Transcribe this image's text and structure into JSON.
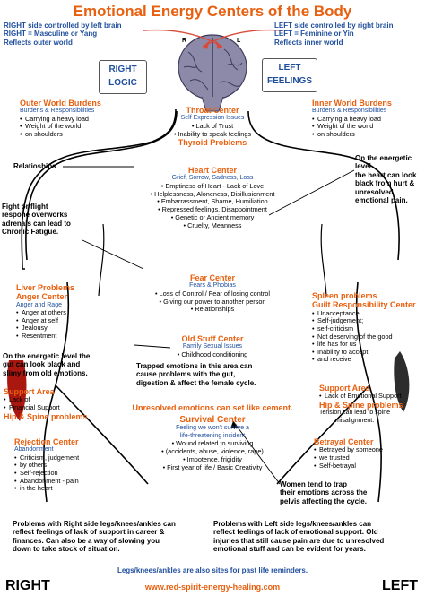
{
  "title": "Emotional Energy Centers of the Body",
  "header": {
    "right_lines": [
      "RIGHT side controlled by left brain",
      "RIGHT = Masculine or Yang",
      "Reflects outer world"
    ],
    "left_lines": [
      "LEFT side controlled by right brain",
      "LEFT = Feminine or Yin",
      "Reflects inner world"
    ],
    "brain_r": "R",
    "brain_l": "L",
    "right_logic": [
      "RIGHT",
      "LOGIC"
    ],
    "left_feelings": [
      "LEFT",
      "FEELINGS"
    ]
  },
  "outer_world": {
    "title": "Outer World Burdens",
    "subtitle": "Burdens & Responsibilities",
    "items": [
      "Carrying a heavy load",
      "Weight of the world",
      "on shoulders"
    ]
  },
  "inner_world": {
    "title": "Inner World Burdens",
    "subtitle": "Burdens & Responsibilities",
    "items": [
      "Carrying a heavy load",
      "Weight of the world",
      "on shoulders"
    ]
  },
  "throat": {
    "title": "Throat Center",
    "subtitle": "Self Expression Issues",
    "items": [
      "Lack of Trust",
      "Inability to speak feelings"
    ],
    "problems": "Thyroid Problems"
  },
  "relationships": "Relatioships",
  "heart_note": [
    "On the energetic level",
    "the heart can look",
    "black from  hurt &",
    "unresolved",
    "emotional pain."
  ],
  "heart": {
    "title": "Heart Center",
    "subtitle": "Grief, Sorrow, Sadness, Loss",
    "items": [
      "Emptiness of Heart - Lack of Love",
      "Helplessness, Aloneness, Disillusionment",
      "Embarrassment, Shame, Humiliation",
      "Repressed feelings, Disappointment",
      "Genetic or Ancient memory",
      "Cruelty, Meanness"
    ]
  },
  "fight": [
    "Fight or flight",
    "respone overworks",
    "adrenals can lead to",
    "Chronic Fatigue."
  ],
  "fear": {
    "title": "Fear Center",
    "subtitle": "Fears & Phobias",
    "items": [
      "Loss of Control / Fear of losing control",
      "Giving our power to another person",
      "Relationships"
    ]
  },
  "liver": {
    "title1": "Liver Problems",
    "title2": "Anger Center",
    "subtitle": "Anger and Rage",
    "items": [
      "Anger at others",
      "Anger at self",
      "Jealousy",
      "Resentment"
    ]
  },
  "spleen": {
    "title1": "Spleen problems",
    "title2": "Guilt Responsibility Center",
    "items": [
      "Unacceptance",
      "Self-judgement;",
      "self-criticism",
      "Not deserving of the good",
      "life has for us",
      "Inability to accept",
      "and receive"
    ]
  },
  "old_stuff": {
    "title": "Old Stuff Center",
    "subtitle": "Family Sexual Issues",
    "items": [
      "Childhood conditioning"
    ]
  },
  "gut_note": [
    "On the energetic level the",
    "gut can look black and",
    "slimy from old emotions."
  ],
  "trapped": [
    "Trapped emotions in this area can",
    "cause problems with the gut,",
    "digestion & affect the female cycle."
  ],
  "support_right": {
    "title": "Support Area",
    "items": [
      "Lack of",
      "Financial Support"
    ],
    "problems": "Hip & Spine problems"
  },
  "support_left": {
    "title": "Support Area",
    "items": [
      "Lack of Emotional Support"
    ],
    "problems": "Hip & Spine problems",
    "note": [
      "Tension can lead to spine",
      "misalignment."
    ]
  },
  "unresolved": "Unresolved emotions can set like cement.",
  "survival": {
    "title": "Survival Center",
    "subtitle": [
      "Feeling we won't survive a",
      "life-threatening incident"
    ],
    "items": [
      "Wound related to surviving",
      "(accidents, abuse, violence, rape)",
      "Impotence, frigidity",
      "First year of life / Basic Creativity"
    ]
  },
  "rejection": {
    "title": "Rejection Center",
    "subtitle": "Abandonment",
    "items": [
      "Criticism, judgement",
      "by others",
      "Self-rejection",
      "Abandonment - pain",
      "in the heart"
    ]
  },
  "betrayal": {
    "title": "Betrayal Center",
    "items": [
      "Betrayed by someone",
      "we trusted",
      "Self-betrayal"
    ]
  },
  "women_note": [
    "Women tend to trap",
    "their emotions across the",
    "pelvis affecting the cycle."
  ],
  "right_legs": [
    "Problems with Right side legs/knees/ankles can",
    "reflect feelings of lack of support in career &",
    "finances. Can also be a way of slowing you",
    "down to take stock of situation."
  ],
  "left_legs": [
    "Problems with Left side legs/knees/ankles can",
    "reflect feelings of lack of emotional support. Old",
    "injuries that still cause pain are due to unresolved",
    "emotional stuff and can be evident for years."
  ],
  "legs_reminder": "Legs/knees/ankles are also sites for past life reminders.",
  "footer": {
    "right": "RIGHT",
    "left": "LEFT",
    "url": "www.red-spirit-energy-healing.com"
  },
  "colors": {
    "accent": "#e8600f",
    "blue": "#1f4e9c",
    "brain": "#8c8aa8",
    "arrow": "#d84a3a"
  }
}
